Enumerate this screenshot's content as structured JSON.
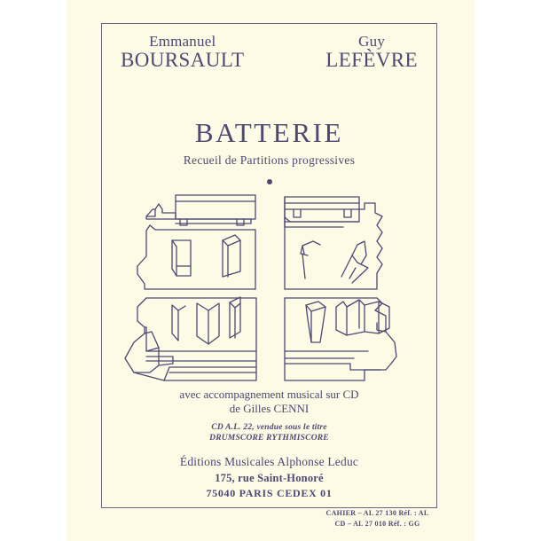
{
  "page": {
    "background_color": "#fdfbe6",
    "ink_color": "#4e4873",
    "outer_background_color": "#ffffff"
  },
  "authors": [
    {
      "first_name": "Emmanuel",
      "last_name": "BOURSAULT"
    },
    {
      "first_name": "Guy",
      "last_name": "LEFÈVRE"
    }
  ],
  "title": {
    "main": "BATTERIE",
    "subtitle": "Recueil de Partitions progressives",
    "ornament": "bullet"
  },
  "illustration": {
    "caption": "abstract line-art drum kit illustration",
    "stroke_color": "#4e4873"
  },
  "accompaniment": {
    "line1": "avec accompagnement musical sur CD",
    "line2": "de Gilles CENNI",
    "cd_note_line1": "CD A.L. 22, vendue sous le titre",
    "cd_note_line2": "DRUMSCORE RYTHMISCORE"
  },
  "publisher": {
    "name": "Éditions Musicales Alphonse Leduc",
    "street": "175, rue Saint-Honoré",
    "city": "75040 PARIS CEDEX 01"
  },
  "references": {
    "line1": "CAHIER – AL 27 130  Réf. : AL",
    "line2": "CD – AL 27 010  Réf. : GG"
  }
}
